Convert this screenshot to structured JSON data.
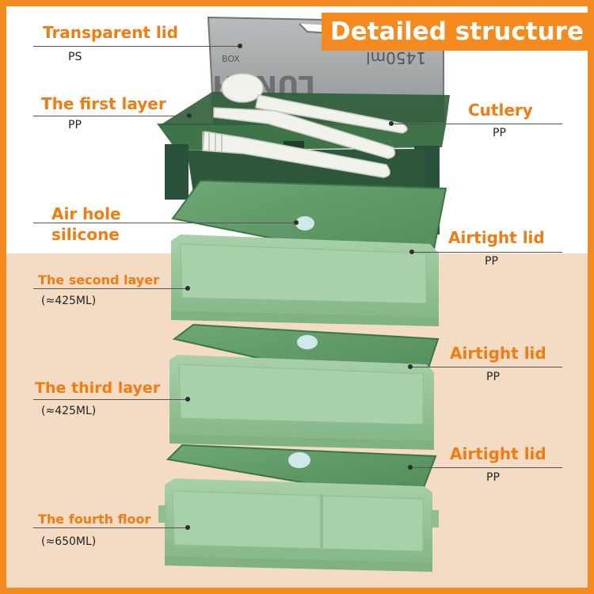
{
  "title": "Detailed structure",
  "labels": {
    "transparent_lid": {
      "name": "Transparent lid",
      "material": "PS"
    },
    "first_layer": {
      "name": "The first layer",
      "material": "PP"
    },
    "cutlery": {
      "name": "Cutlery",
      "material": "PP"
    },
    "air_hole_1": "Air hole",
    "air_hole_2": "silicone",
    "airtight_lid_1": {
      "name": "Airtight lid",
      "material": "PP"
    },
    "second_layer": {
      "name": "The second layer",
      "capacity": "(≈425ML)"
    },
    "airtight_lid_2": {
      "name": "Airtight lid",
      "material": "PP"
    },
    "third_layer": {
      "name": "The third layer",
      "capacity": "(≈425ML)"
    },
    "airtight_lid_3": {
      "name": "Airtight lid",
      "material": "PP"
    },
    "fourth_floor": {
      "name": "The fourth floor",
      "capacity": "(≈650ML)"
    }
  },
  "lid_print": {
    "brand": "LUNCH",
    "small": "BOX",
    "volume": "1450ml"
  },
  "colors": {
    "accent": "#f58a1f",
    "label_orange": "#f07c12",
    "dark_green": "#2f5d3a",
    "light_green": "#9cc59e",
    "lid_green": "#5f9a68"
  }
}
